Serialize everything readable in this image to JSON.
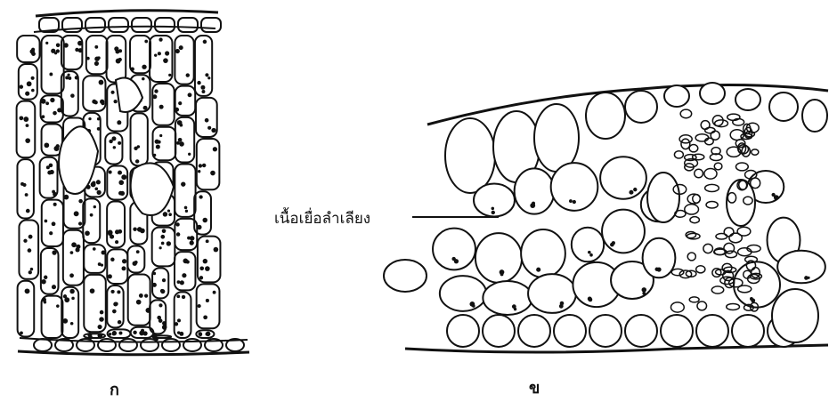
{
  "figure": {
    "panel_a_label": "ก",
    "panel_b_label": "ข",
    "annotation_label": "เนื้อเยื่อลำเลียง"
  },
  "colors": {
    "ink": "#111111",
    "background": "#ffffff"
  }
}
